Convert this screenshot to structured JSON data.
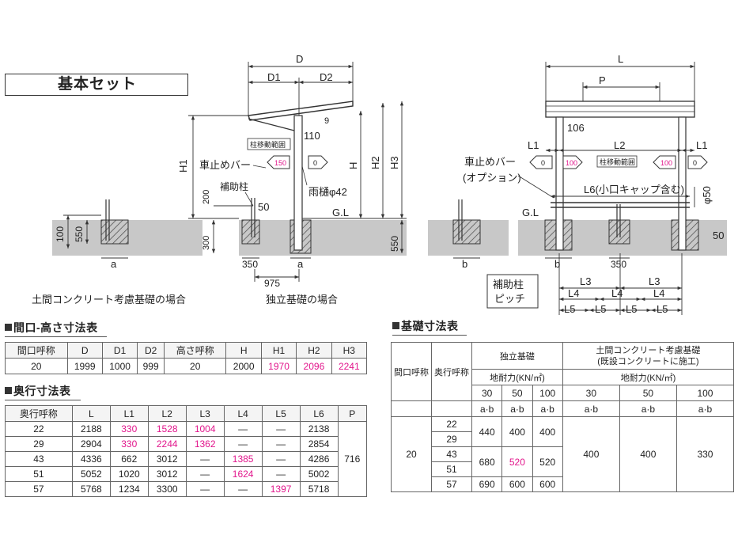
{
  "title": "基本セット",
  "diagram": {
    "dims": {
      "D": "D",
      "D1": "D1",
      "D2": "D2",
      "d9": "9",
      "d110": "110",
      "H1": "H1",
      "H": "H",
      "H2": "H2",
      "H3": "H3",
      "d200": "200",
      "d50a": "50",
      "d300": "300",
      "d350a": "350",
      "a": "a",
      "d975": "975",
      "d550r": "550",
      "d100l": "100",
      "d550l": "550",
      "a2": "a",
      "L": "L",
      "P": "P",
      "d106": "106",
      "L1a": "L1",
      "L2": "L2",
      "L1b": "L1",
      "L6": "L6(小口キャップ含む)",
      "phi50": "φ50",
      "d50b": "50",
      "b1": "b",
      "b2": "b",
      "d350b": "350",
      "L3a": "L3",
      "L3b": "L3",
      "L4a": "L4",
      "L4b": "L4",
      "L4c": "L4",
      "L5a": "L5",
      "L5b": "L5",
      "L5c": "L5",
      "L5d": "L5"
    },
    "labels": {
      "wheel_stop": "車止めバー",
      "aux_post": "補助柱",
      "gutter": "雨樋φ42",
      "gl": "G.L",
      "gl2": "G.L",
      "range1": "柱移動範囲",
      "range2": "柱移動範囲",
      "wheel_stop2": "車止めバー",
      "option": "(オプション)",
      "pitch1": "補助柱",
      "pitch2": "ピッチ",
      "cap_left": "土間コンクリート考慮基礎の場合",
      "cap_right": "独立基礎の場合"
    },
    "arrows": {
      "a150": "150",
      "a0": "0",
      "a0b": "0",
      "a100a": "100",
      "a100b": "100",
      "a0c": "0"
    }
  },
  "table1": {
    "title": "間口-高さ寸法表",
    "headers": [
      "間口呼称",
      "D",
      "D1",
      "D2",
      "高さ呼称",
      "H",
      "H1",
      "H2",
      "H3"
    ],
    "row": [
      "20",
      "1999",
      "1000",
      "999",
      "20",
      "2000",
      "1970",
      "2096",
      "2241"
    ]
  },
  "table2": {
    "title": "奥行寸法表",
    "headers": [
      "奥行呼称",
      "L",
      "L1",
      "L2",
      "L3",
      "L4",
      "L5",
      "L6",
      "P"
    ],
    "rows": [
      [
        "22",
        "2188",
        "330",
        "1528",
        "1004",
        "—",
        "—",
        "2138"
      ],
      [
        "29",
        "2904",
        "330",
        "2244",
        "1362",
        "—",
        "—",
        "2854"
      ],
      [
        "43",
        "4336",
        "662",
        "3012",
        "—",
        "1385",
        "—",
        "4286"
      ],
      [
        "51",
        "5052",
        "1020",
        "3012",
        "—",
        "1624",
        "—",
        "5002"
      ],
      [
        "57",
        "5768",
        "1234",
        "3300",
        "—",
        "—",
        "1397",
        "5718"
      ]
    ],
    "p_value": "716"
  },
  "table3": {
    "title": "基礎寸法表",
    "h_maguchi": "間口呼称",
    "h_okuyuki": "奥行呼称",
    "h_indep": "独立基礎",
    "h_concrete_1": "土間コンクリート考慮基礎",
    "h_concrete_2": "(既設コンクリートに施工)",
    "h_bearing": "地耐力(KN/㎡)",
    "h_bearing2": "地耐力(KN/㎡)",
    "bearing_vals": [
      "30",
      "50",
      "100",
      "30",
      "50",
      "100"
    ],
    "ab": "a·b",
    "maguchi": "20",
    "okuyuki": [
      "22",
      "29",
      "43",
      "51",
      "57"
    ],
    "indep_rows": [
      [
        "440",
        "400",
        "400"
      ],
      [
        "680",
        "520",
        "520"
      ],
      [
        "690",
        "600",
        "600"
      ]
    ],
    "concrete_vals": [
      "400",
      "400",
      "330"
    ]
  }
}
